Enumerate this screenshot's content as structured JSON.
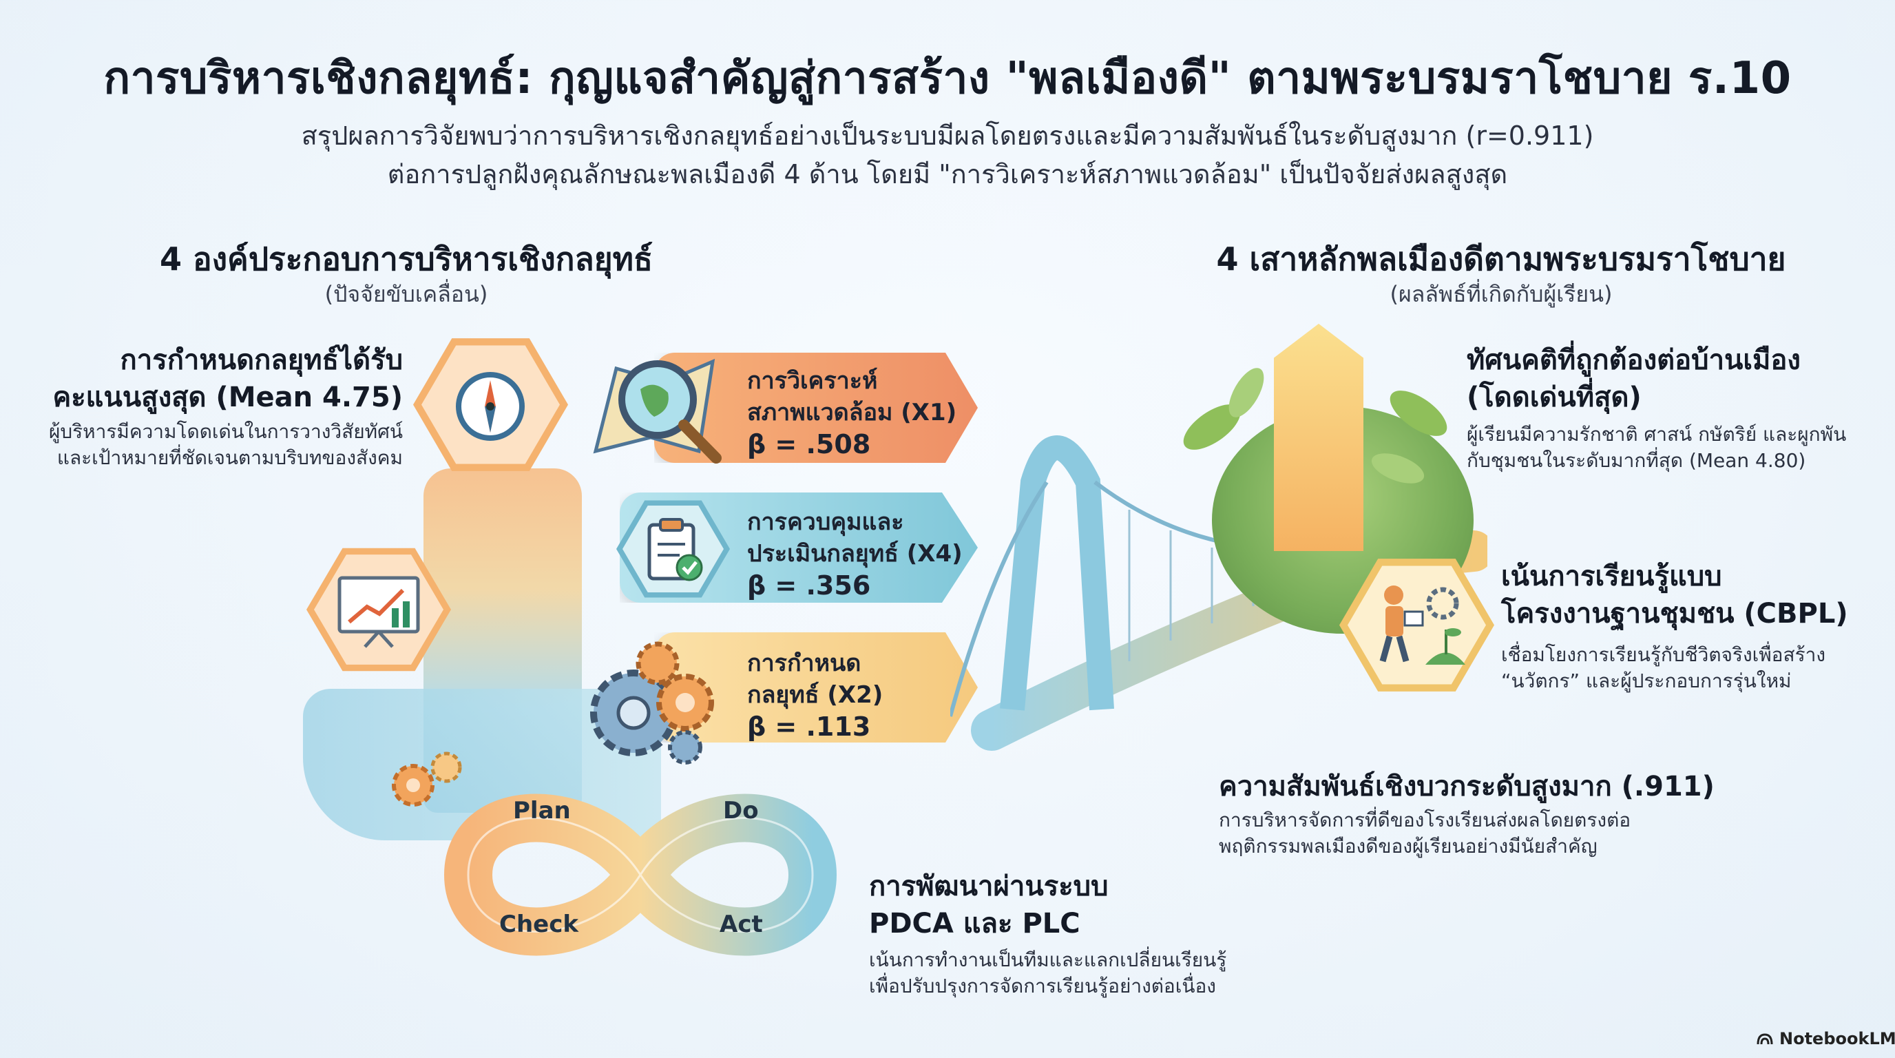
{
  "header": {
    "title": "การบริหารเชิงกลยุทธ์: กุญแจสำคัญสู่การสร้าง \"พลเมืองดี\" ตามพระบรมราโชบาย ร.10",
    "subtitle_line1": "สรุปผลการวิจัยพบว่าการบริหารเชิงกลยุทธ์อย่างเป็นระบบมีผลโดยตรงและมีความสัมพันธ์ในระดับสูงมาก (r=0.911)",
    "subtitle_line2": "ต่อการปลูกฝังคุณลักษณะพลเมืองดี 4 ด้าน โดยมี \"การวิเคราะห์สภาพแวดล้อม\" เป็นปัจจัยส่งผลสูงสุด"
  },
  "left_section": {
    "heading": "4 องค์ประกอบการบริหารเชิงกลยุทธ์",
    "subheading": "(ปัจจัยขับเคลื่อน)",
    "point1": {
      "title_line1": "การกำหนดกลยุทธ์ได้รับ",
      "title_line2": "คะแนนสูงสุด (Mean 4.75)",
      "text_line1": "ผู้บริหารมีความโดดเด่นในการวางวิสัยทัศน์",
      "text_line2": "และเป้าหมายที่ชัดเจนตามบริบทของสังคม"
    }
  },
  "factors": [
    {
      "label_line1": "การวิเคราะห์",
      "label_line2": "สภาพแวดล้อม (X1)",
      "beta": "β = .508",
      "icon": "magnifier-map-icon",
      "color": "#f3a56b"
    },
    {
      "label_line1": "การควบคุมและ",
      "label_line2": "ประเมินกลยุทธ์ (X4)",
      "beta": "β = .356",
      "icon": "clipboard-check-icon",
      "color": "#8fd0de"
    },
    {
      "label_line1": "การกำหนด",
      "label_line2": "กลยุทธ์ (X2)",
      "beta": "β = .113",
      "icon": "gears-icon",
      "color": "#f7cf86"
    }
  ],
  "pdca": {
    "plan": "Plan",
    "do": "Do",
    "check": "Check",
    "act": "Act",
    "title_line1": "การพัฒนาผ่านระบบ",
    "title_line2": "PDCA และ PLC",
    "text_line1": "เน้นการทำงานเป็นทีมและแลกเปลี่ยนเรียนรู้",
    "text_line2": "เพื่อปรับปรุงการจัดการเรียนรู้อย่างต่อเนื่อง"
  },
  "right_section": {
    "heading": "4 เสาหลักพลเมืองดีตามพระบรมราโชบาย",
    "subheading": "(ผลลัพธ์ที่เกิดกับผู้เรียน)",
    "point1": {
      "title_line1": "ทัศนคติที่ถูกต้องต่อบ้านเมือง",
      "title_line2": "(โดดเด่นที่สุด)",
      "text_line1": "ผู้เรียนมีความรักชาติ ศาสน์ กษัตริย์ และผูกพัน",
      "text_line2": "กับชุมชนในระดับมากที่สุด (Mean 4.80)"
    },
    "point2": {
      "title_line1": "เน้นการเรียนรู้แบบ",
      "title_line2": "โครงงานฐานชุมชน (CBPL)",
      "text_line1": "เชื่อมโยงการเรียนรู้กับชีวิตจริงเพื่อสร้าง",
      "text_line2": "“นวัตกร” และผู้ประกอบการรุ่นใหม่"
    },
    "point3": {
      "title": "ความสัมพันธ์เชิงบวกระดับสูงมาก (.911)",
      "text_line1": "การบริหารจัดการที่ดีของโรงเรียนส่งผลโดยตรงต่อ",
      "text_line2": "พฤติกรรมพลเมืองดีของผู้เรียนอย่างมีนัยสำคัญ"
    }
  },
  "footer": {
    "brand": "NotebookLM"
  }
}
